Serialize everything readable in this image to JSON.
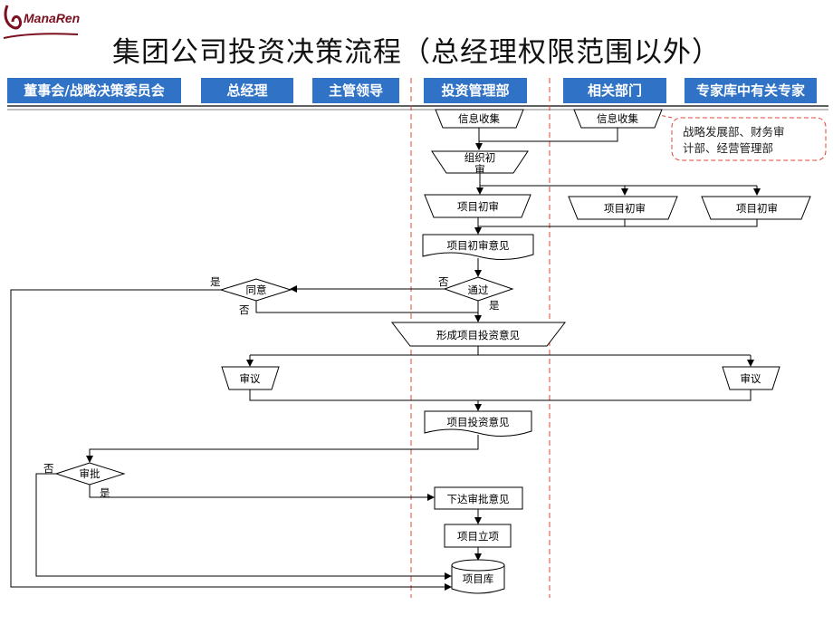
{
  "logo": {
    "text": "ManaRen"
  },
  "title": "集团公司投资决策流程（总经理权限范围以外）",
  "lanes": [
    "董事会/战略决策委员会",
    "总经理",
    "主管领导",
    "投资管理部",
    "相关部门",
    "专家库中有关专家"
  ],
  "nodes": {
    "info_collect_invest": "信息收集",
    "info_collect_related": "信息收集",
    "org_review_line1": "组织初",
    "org_review_line2": "审",
    "initial_review_invest": "项目初审",
    "initial_review_related": "项目初审",
    "initial_review_expert": "项目初审",
    "initial_review_opinion": "项目初审意见",
    "pass": "通过",
    "agree": "同意",
    "form_opinion": "形成项目投资意见",
    "deliberate_left": "审议",
    "deliberate_right": "审议",
    "invest_opinion": "项目投资意见",
    "approve": "审批",
    "issue_approval": "下达审批意见",
    "project_setup": "项目立项",
    "project_library": "项目库"
  },
  "labels": {
    "yes_agree": "是",
    "no_agree": "否",
    "no_pass": "否",
    "yes_pass": "是",
    "no_approve": "否",
    "yes_approve": "是"
  },
  "note": {
    "line1": "战略发展部、财务审",
    "line2": "计部、经营管理部"
  },
  "colors": {
    "lane_header": "#2f72c6",
    "lane_divider": "#e0443a",
    "note_border": "#e0443a",
    "logo": "#7a1020"
  }
}
